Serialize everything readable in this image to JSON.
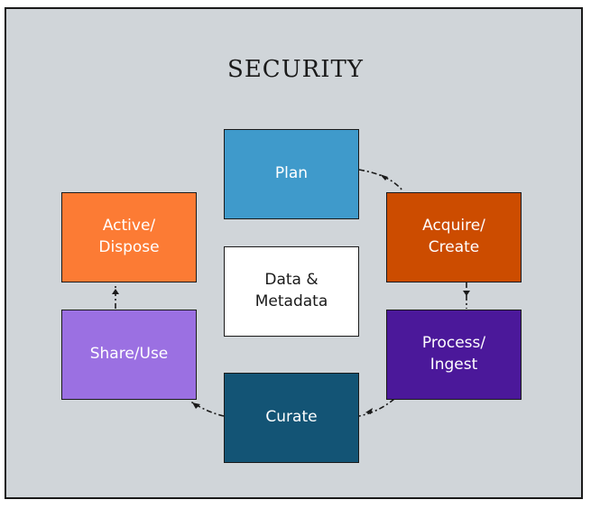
{
  "title": "SECURITY",
  "center": {
    "label": "Data &\nMetadata",
    "color": "#ffffff"
  },
  "stages": [
    {
      "label": "Plan",
      "color": "#3f9acb"
    },
    {
      "label": "Acquire/\nCreate",
      "color": "#cc4c00"
    },
    {
      "label": "Process/\nIngest",
      "color": "#4b189a"
    },
    {
      "label": "Curate",
      "color": "#135475"
    },
    {
      "label": "Share/Use",
      "color": "#9b70e2"
    },
    {
      "label": "Active/\nDispose",
      "color": "#fc7b34"
    }
  ]
}
